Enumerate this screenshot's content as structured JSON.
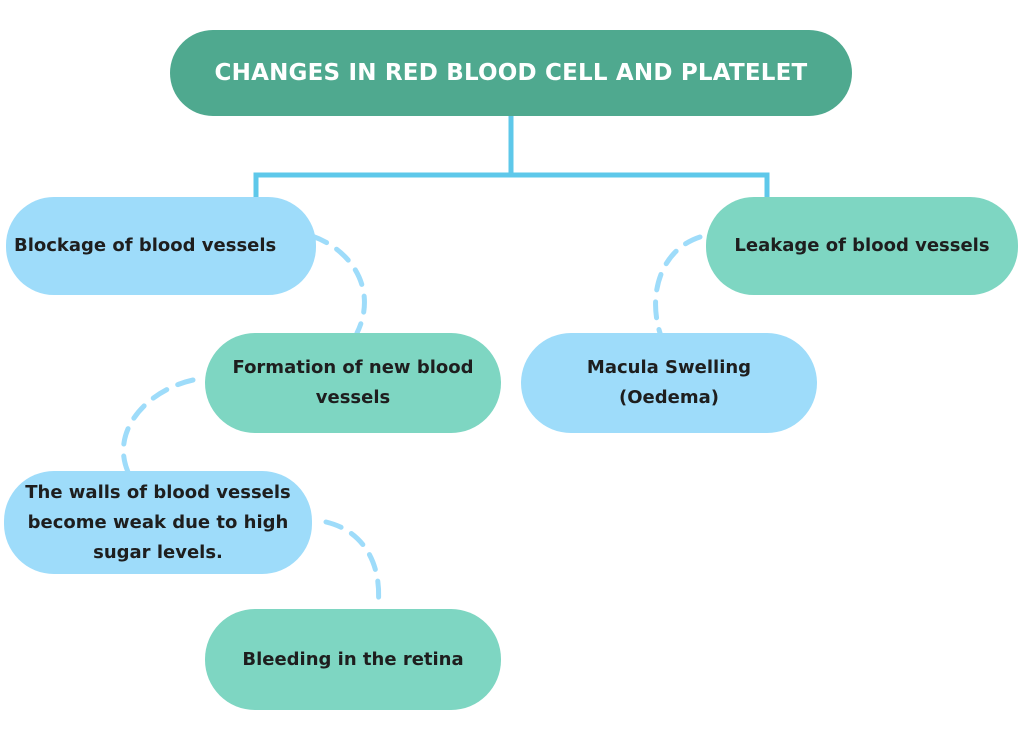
{
  "colors": {
    "title_bg": "#4fa98f",
    "blue_node": "#9edcfa",
    "green_node": "#7ed6c2",
    "tree_line": "#5ec8ea",
    "dashed_line": "#9edcfa"
  },
  "title": "CHANGES IN RED BLOOD CELL AND PLATELET",
  "left_branch": {
    "blockage": "Blockage of blood vessels",
    "formation": "Formation of new blood vessels",
    "weak_walls": "The walls of blood vessels become weak due to high sugar levels.",
    "bleeding": "Bleeding in the retina"
  },
  "right_branch": {
    "leakage": "Leakage of blood vessels",
    "swelling": "Macula Swelling (Oedema)"
  }
}
